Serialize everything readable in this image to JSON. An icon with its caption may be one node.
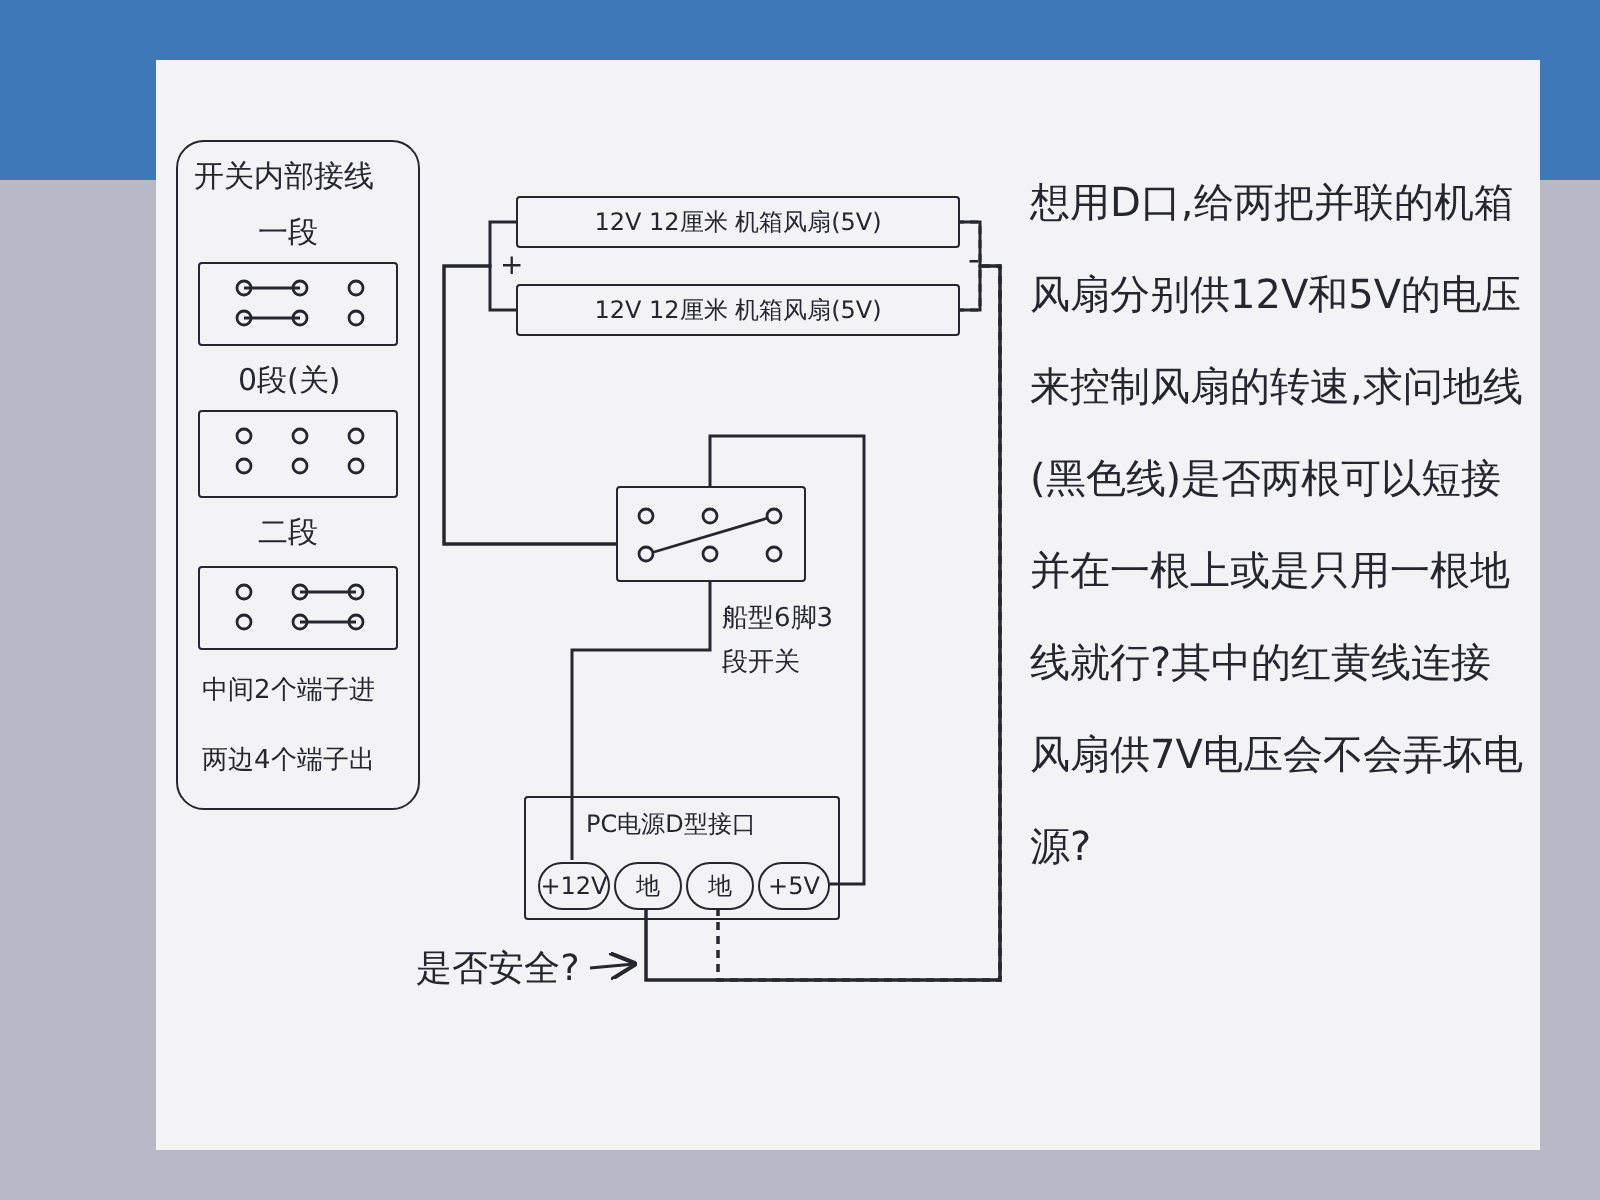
{
  "diagram": {
    "nodes": [
      {
        "text": [
          "开关内部接线",
          "一段",
          "0段(关)",
          "二段",
          "中间2个端子进",
          "两边4个端子出"
        ]
      },
      {
        "text": [],
        "shape": "box",
        "in": 0
      },
      {
        "text": [],
        "shape": "box",
        "in": 0
      },
      {
        "text": [],
        "shape": "box",
        "in": 0
      },
      {
        "text": [
          "12V 12厘米 机箱风扇(5V)"
        ]
      },
      {
        "text": [
          "12V 12厘米 机箱风扇(5V)"
        ]
      },
      {
        "text": [],
        "shape": "box",
        "beside": [
          "船型6脚3段开关"
        ]
      },
      {
        "text": [
          "PC电源D型接口"
        ]
      },
      {
        "text": [
          "+12V"
        ],
        "in": 7
      },
      {
        "text": [
          "地"
        ],
        "in": 7
      },
      {
        "text": [
          "地"
        ],
        "in": 7
      },
      {
        "text": [
          "+5V"
        ],
        "in": 7
      },
      {
        "text": [
          "是否安全?"
        ]
      }
    ],
    "edges": [
      {
        "from": 4,
        "to": 6,
        "arrow": "none"
      },
      {
        "from": 5,
        "to": 6,
        "arrow": "none"
      },
      {
        "from": 4,
        "to": 9,
        "arrow": "none"
      },
      {
        "from": 5,
        "to": 9,
        "arrow": "none"
      },
      {
        "from": 6,
        "to": 11,
        "arrow": "none"
      },
      {
        "from": 6,
        "to": 8,
        "arrow": "none"
      },
      {
        "from": 10,
        "to": 4,
        "arrow": "none",
        "style": "dashed"
      },
      {
        "from": 10,
        "to": 5,
        "arrow": "none",
        "style": "dashed"
      },
      {
        "from": 12,
        "to": null,
        "arrow": "to"
      }
    ],
    "labels": [
      "+",
      "-",
      "想用D口,给两把并联的机箱风扇分别供12V和5V的电压来控制风扇的转速,求问地线(黑色线)是否两根可以短接并在一根上或是只用一根地线就行?其中的红黄线连接风扇供7V电压会不会弄坏电源?"
    ]
  }
}
